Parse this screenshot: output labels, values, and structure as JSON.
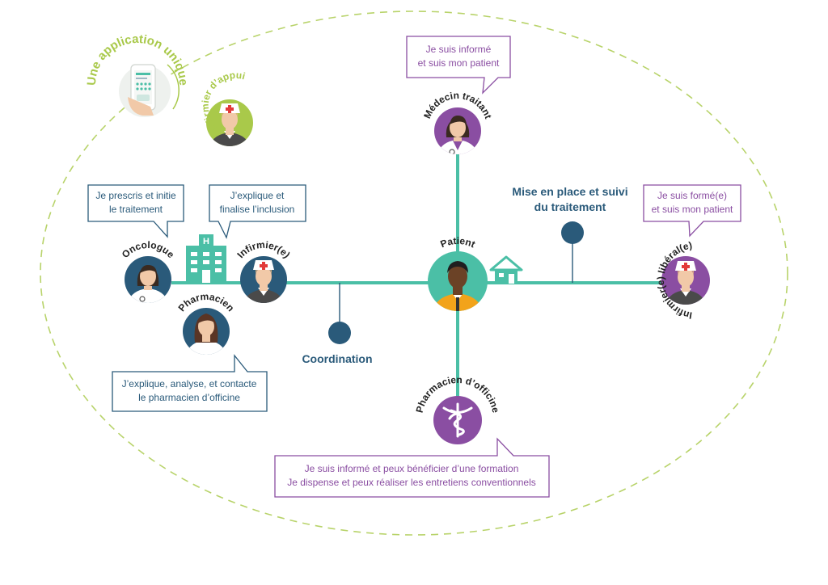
{
  "colors": {
    "teal": "#4bbfa6",
    "navy": "#2a5a7a",
    "purple": "#8a4ea2",
    "green": "#a9c94a",
    "bubble_border_navy": "#2a5a7a",
    "bubble_border_purple": "#8a4ea2",
    "dash": "#b8d36a"
  },
  "app": {
    "label": "Une application unique",
    "phone_icon": "smartphone-app-icon"
  },
  "actors": {
    "infirmier_appui": "Infirmier d’appui",
    "medecin": "Médecin traitant",
    "oncologue": "Oncologue",
    "infirmier": "Infirmier(e)",
    "pharmacien": "Pharmacien",
    "patient": "Patient",
    "infirmier_liberal": "Infirmier(e) libéral(e)",
    "pharmacien_officine": "Pharmacien d’officine"
  },
  "bubbles": {
    "medecin": [
      "Je suis informé",
      "et suis mon patient"
    ],
    "oncologue": [
      "Je prescris et initie",
      "le traitement"
    ],
    "infirmier": [
      "J’explique et",
      "finalise l’inclusion"
    ],
    "infirmier_liberal": [
      "Je suis formé(e)",
      "et suis mon patient"
    ],
    "pharmacien": [
      "J’explique, analyse, et contacte",
      "le pharmacien d’officine"
    ],
    "officine": [
      "Je suis informé et peux bénéficier d’une formation",
      "Je dispense et peux réaliser les entretiens conventionnels"
    ]
  },
  "labels": {
    "coordination": "Coordination",
    "suivi": [
      "Mise en place et suivi",
      "du traitement"
    ]
  },
  "icons": {
    "hospital": "hospital-icon",
    "home": "home-icon",
    "caduceus": "caduceus-icon"
  }
}
